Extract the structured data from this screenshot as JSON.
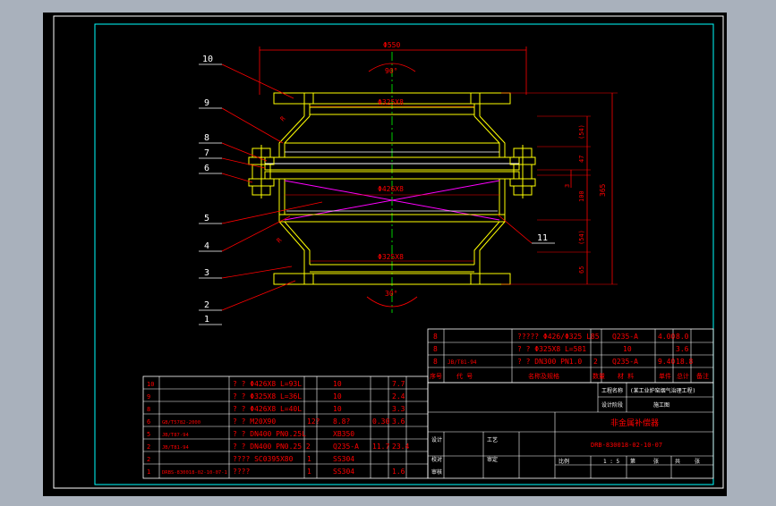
{
  "colors": {
    "background_outer": "#a9b1bc",
    "sheet": "#000000",
    "border": "#ffffff",
    "outline": "#ffffff",
    "part": "#ffff00",
    "dimension": "#ff0000",
    "centerline": "#00ff00",
    "cross_lines": "#ff00ff",
    "frame_line": "#00ffff"
  },
  "dimensions": {
    "phi550": "Φ550",
    "angle_top": "90°",
    "angle_bottom": "30°",
    "phi325_top": "Φ325X8",
    "phi426": "Φ426X8",
    "phi325_bottom": "Φ325X8",
    "r8_top": "R",
    "r8_bottom": "R",
    "d54_top": "(54)",
    "d47": "47",
    "d3": "3",
    "d100": "100",
    "d54_bottom": "(54)",
    "d65": "65",
    "d365": "365"
  },
  "callouts": [
    "10",
    "9",
    "8",
    "7",
    "6",
    "5",
    "4",
    "3",
    "2",
    "1",
    "11"
  ],
  "upper_bom": {
    "rows": [
      {
        "no": "8",
        "code": "",
        "name": "????? Φ426/Φ325 L85",
        "qty": "",
        "material": "Q235-A",
        "w1": "4.00",
        "w2": "8.0"
      },
      {
        "no": "8",
        "code": "",
        "name": "? ? Φ325X8 L=581",
        "qty": "",
        "material": "10",
        "w1": "",
        "w2": "3.6"
      },
      {
        "no": "8",
        "code": "JB/T81-94",
        "name": "? ? DN300 PN1.0",
        "qty": "2",
        "material": "Q235-A",
        "w1": "9.40",
        "w2": "18.8"
      }
    ],
    "header": [
      "序号",
      "代    号",
      "名称及规格",
      "数量",
      "材    料",
      "单件",
      "总计",
      "备注"
    ]
  },
  "lower_bom": {
    "rows": [
      {
        "no": "10",
        "code": "",
        "name": "? ? Φ426X8 L=93L",
        "qty": "",
        "material": "10",
        "w1": "",
        "w2": "7.7"
      },
      {
        "no": "9",
        "code": "",
        "name": "? ? Φ325X8 L=36L",
        "qty": "",
        "material": "10",
        "w1": "",
        "w2": "2.4"
      },
      {
        "no": "8",
        "code": "",
        "name": "? ? Φ426X8 L=40L",
        "qty": "",
        "material": "10",
        "w1": "",
        "w2": "3.3"
      },
      {
        "no": "6",
        "code": "GB/T5782-2000",
        "name": "? ? M20X90",
        "qty": "12?",
        "material": "8.8?",
        "w1": "0.30",
        "w2": "3.6"
      },
      {
        "no": "5",
        "code": "JB/T87-94",
        "name": "? ? DN400 PN0.25L",
        "qty": "",
        "material": "XB350",
        "w1": "",
        "w2": ""
      },
      {
        "no": "2",
        "code": "JB/T81-94",
        "name": "? ? DN400 PN0.25 2",
        "qty": "",
        "material": "Q235-A",
        "w1": "11.7",
        "w2": "23.4"
      },
      {
        "no": "2",
        "code": "",
        "name": "???? SC0395X80",
        "qty": "1",
        "material": "SS304",
        "w1": "",
        "w2": ""
      },
      {
        "no": "1",
        "code": "DRBS-830018-02-10-07-1",
        "name": "????",
        "qty": "1",
        "material": "SS304",
        "w1": "",
        "w2": "1.6"
      }
    ]
  },
  "title_block": {
    "project_label": "工程名称",
    "project_value": "(某工业炉窑烟气治理工程)",
    "design_stage_label": "设计阶段",
    "design_stage_value": "施工图",
    "drawing_title": "非金属补偿器",
    "drawing_number": "DRB-830018-02-10-07",
    "row_labels_left": [
      "设计",
      "校对",
      "审核"
    ],
    "row_labels_mid": [
      "工艺",
      "审定"
    ],
    "scale_label": "比例",
    "scale_value": "1 : 5",
    "sheet_label": "第",
    "sheet_value": "张",
    "total_label": "共",
    "total_value": "张"
  }
}
